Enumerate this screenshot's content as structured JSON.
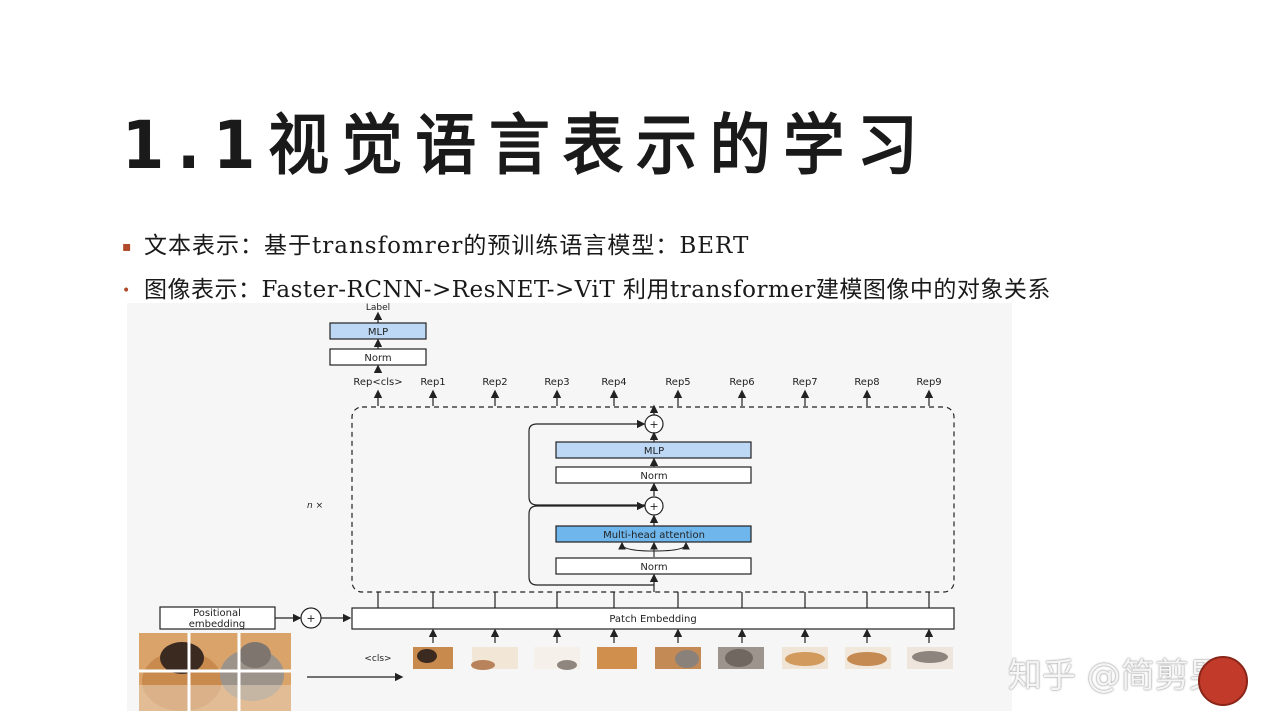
{
  "slide": {
    "title": "1.1视觉语言表示的学习",
    "bullets": [
      {
        "marker": "▪",
        "text": "文本表示：基于transfomrer的预训练语言模型：BERT"
      },
      {
        "marker": "•",
        "text": "图像表示：Faster-RCNN->ResNET->ViT 利用transformer建模图像中的对象关系"
      }
    ]
  },
  "figure": {
    "top_label": "Label",
    "top_mlp": "MLP",
    "top_norm": "Norm",
    "reps": [
      "Rep<cls>",
      "Rep1",
      "Rep2",
      "Rep3",
      "Rep4",
      "Rep5",
      "Rep6",
      "Rep7",
      "Rep8",
      "Rep9"
    ],
    "block_mlp": "MLP",
    "block_norm_upper": "Norm",
    "block_attention": "Multi-head attention",
    "block_norm_lower": "Norm",
    "repeat_label": "n ×",
    "positional_embedding": [
      "Positional",
      "embedding"
    ],
    "patch_embedding": "Patch Embedding",
    "cls_token": "<cls>",
    "plus": "+"
  },
  "watermark": "知乎 @简剪男",
  "colors": {
    "accent_bullet": "#b04a2a",
    "mlp_fill": "#bcd8f4",
    "attention_fill": "#6fb6ec",
    "seal": "#c23b2a"
  }
}
